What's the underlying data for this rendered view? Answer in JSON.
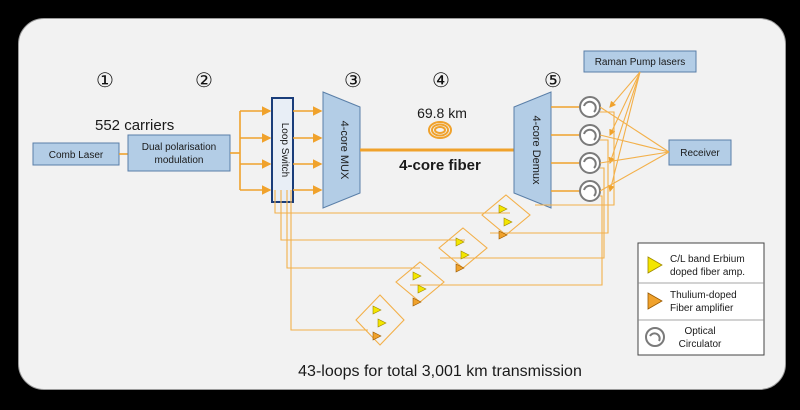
{
  "steps": [
    "①",
    "②",
    "③",
    "④",
    "⑤"
  ],
  "comb_laser": "Comb Laser",
  "modulation": [
    "Dual polarisation",
    "modulation"
  ],
  "carriers": "552 carriers",
  "loop_switch": "Loop Switch",
  "mux": "4-core MUX",
  "distance": "69.8 km",
  "fiber": "4-core fiber",
  "demux": "4-core Demux",
  "raman": "Raman Pump lasers",
  "receiver": "Receiver",
  "caption": "43-loops for total 3,001 km transmission",
  "legend": {
    "erbium": [
      "C/L band Erbium",
      "doped fiber amp."
    ],
    "thulium": [
      "Thulium-doped",
      "Fiber amplifier"
    ],
    "circulator": [
      "Optical",
      "Circulator"
    ]
  },
  "colors": {
    "wire": "#f0a22c",
    "box": "#b3cde6",
    "erbium": "#f3e600",
    "thulium": "#f0a22c",
    "panel": "#f2f2f2"
  }
}
